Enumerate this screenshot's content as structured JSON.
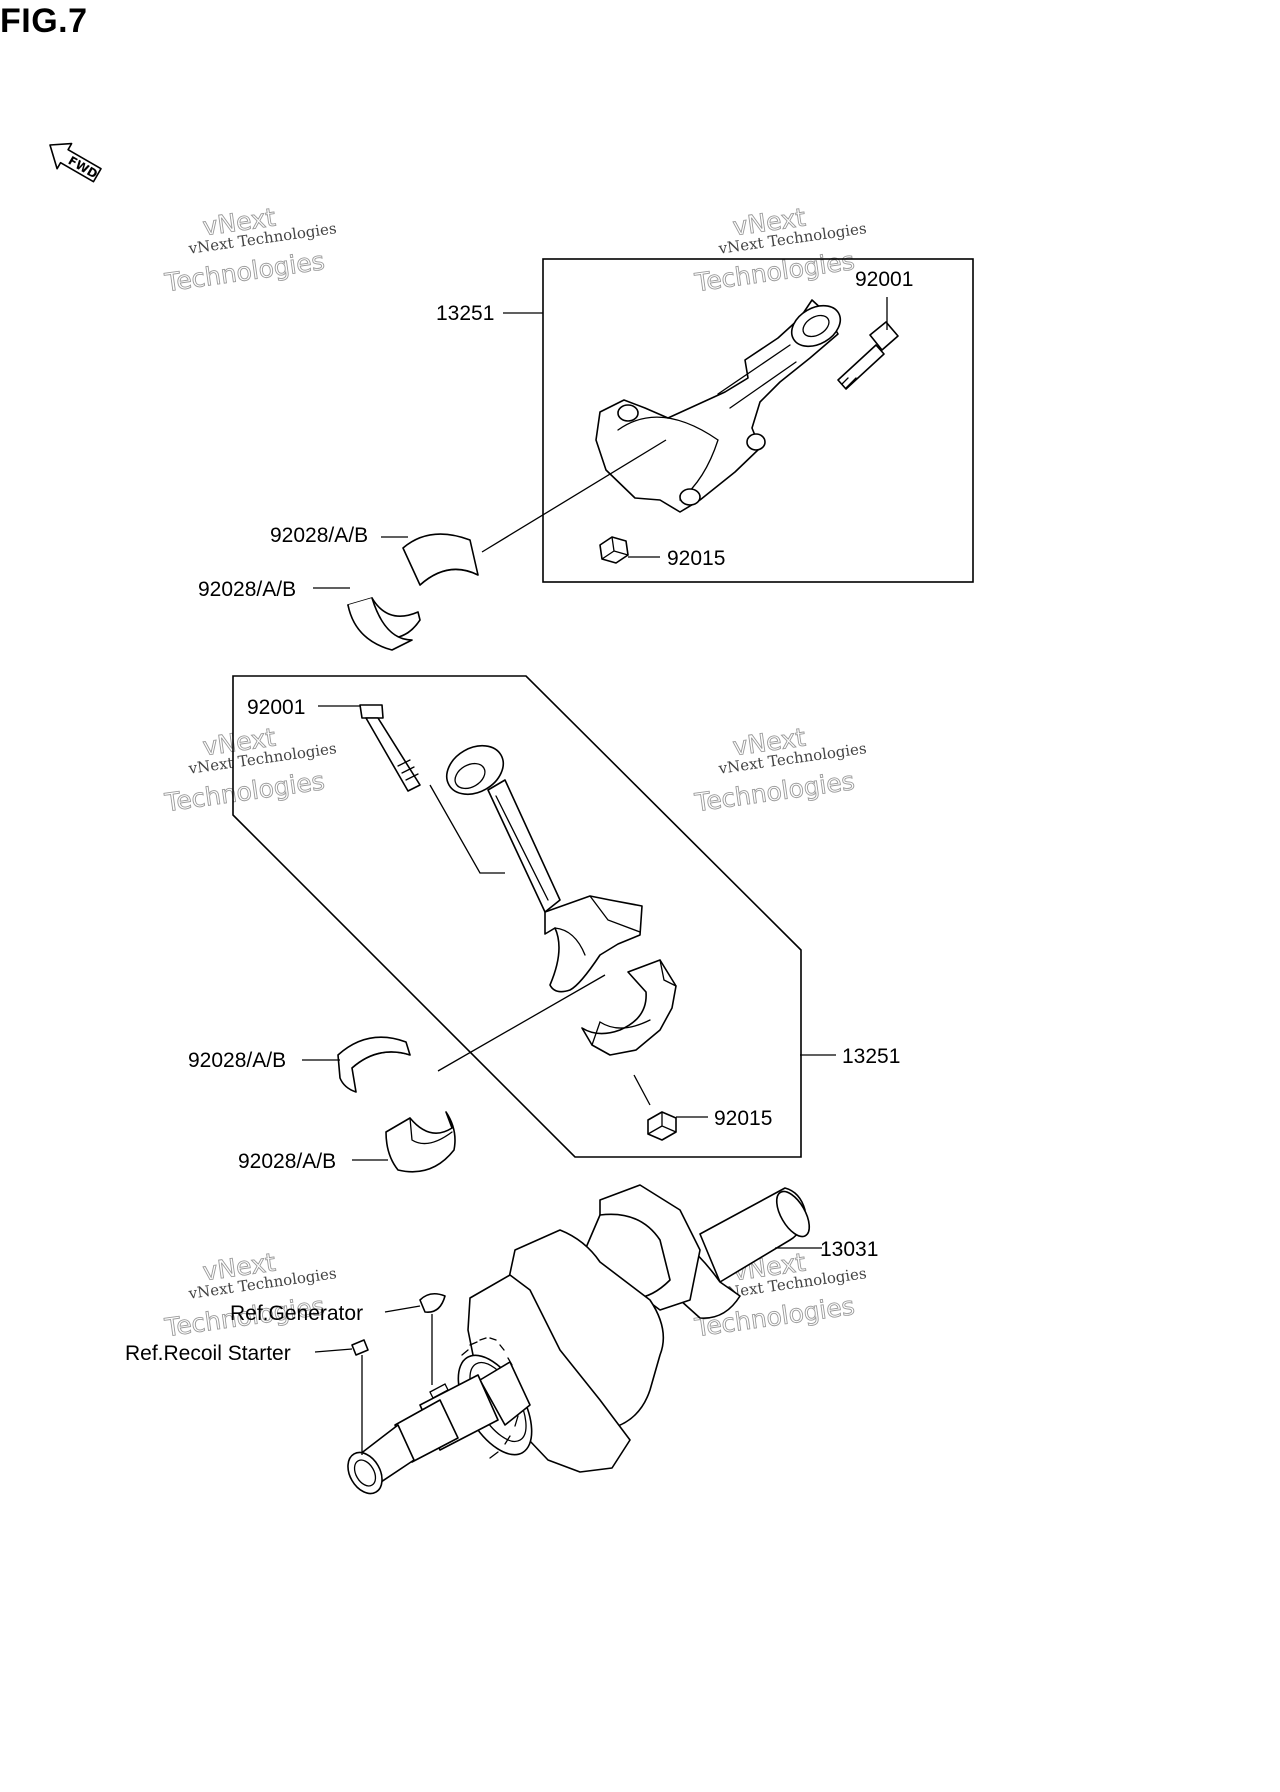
{
  "figure": {
    "title": "FIG.7",
    "fwd_label": "FWD"
  },
  "watermark": {
    "line1": "vNext Technologies",
    "line2": "vNext",
    "line3": "Technologies"
  },
  "callouts": {
    "top_assembly": "13251",
    "top_bolt": "92001",
    "top_nut": "92015",
    "top_bearing_upper": "92028/A/B",
    "top_bearing_lower": "92028/A/B",
    "mid_bolt": "92001",
    "mid_assembly": "13251",
    "mid_nut": "92015",
    "mid_bearing_upper": "92028/A/B",
    "mid_bearing_lower": "92028/A/B",
    "crankshaft": "13031",
    "ref_generator": "Ref.Generator",
    "ref_recoil_starter": "Ref.Recoil Starter"
  }
}
